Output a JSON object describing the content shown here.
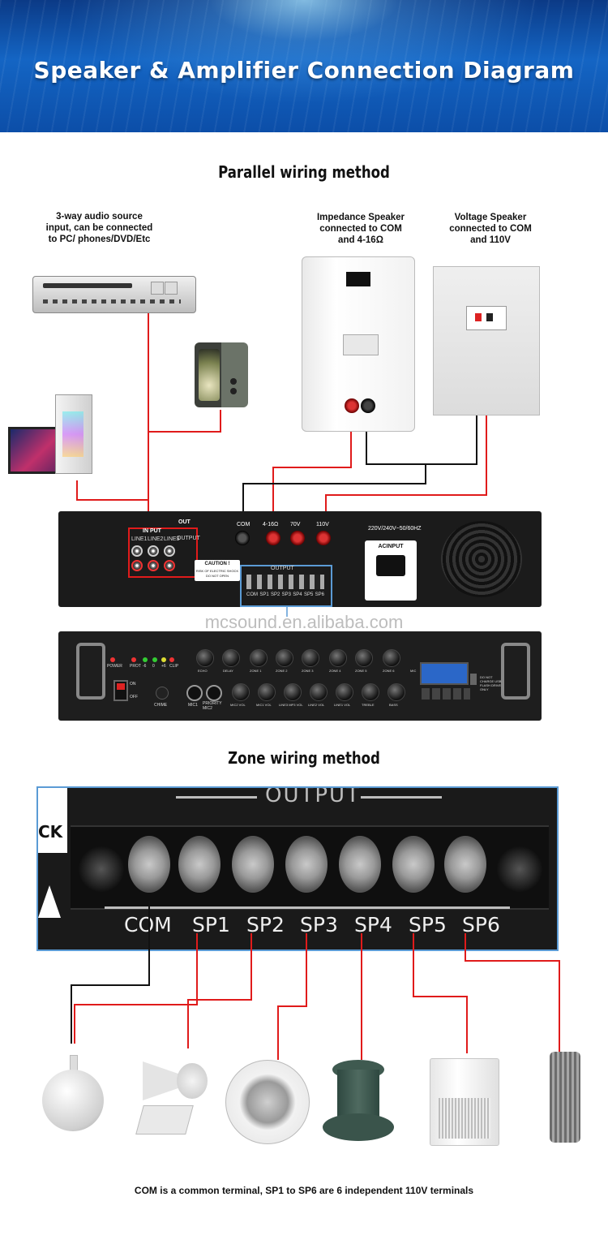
{
  "banner": {
    "title": "Speaker & Amplifier Connection Diagram"
  },
  "parallel": {
    "title": "Parallel wiring method",
    "source_caption": [
      "3-way audio source",
      "input, can be connected",
      "to PC/ phones/DVD/Etc"
    ],
    "impedance_caption": [
      "Impedance Speaker",
      "connected to COM",
      "and 4-16Ω"
    ],
    "voltage_caption": [
      "Voltage Speaker",
      "connected to COM",
      "and 110V"
    ]
  },
  "rear_panel": {
    "input_label": "IN PUT",
    "out_label": "OUT",
    "line_labels": [
      "LINE1",
      "LINE2",
      "LINE3",
      "OUTPUT"
    ],
    "terminal_labels": [
      "COM",
      "4-16Ω",
      "70V",
      "110V"
    ],
    "caution": [
      "CAUTION !",
      "RISK OF ELECTRIC SHOCK",
      "DO NOT OPEN"
    ],
    "output_small": "OUTPUT",
    "output_terms": [
      "COM",
      "SP1",
      "SP2",
      "SP3",
      "SP4",
      "SP5",
      "SP6"
    ],
    "power_spec": "220V/240V~50/60HZ",
    "ac_input": "ACINPUT"
  },
  "front_panel": {
    "leds": [
      "POWER",
      "PROT",
      "-6",
      "0",
      "+6",
      "CLIP"
    ],
    "knob_labels_top": [
      "ECHO",
      "DELAY",
      "ZONE 1",
      "ZONE 2",
      "ZONE 3",
      "ZONE 4",
      "ZONE 5",
      "ZONE 6",
      "MIC"
    ],
    "knob_labels_bottom": [
      "MIC2 VOL",
      "MIC1 VOL",
      "LINE3 MP3 VOL",
      "LINE2 VOL",
      "LINE1 VOL",
      "TREBLE",
      "BASS"
    ],
    "switch_on": "ON",
    "switch_off": "OFF",
    "chime": "CHIME",
    "mic1": "MIC1",
    "priority": "PRIORITY MIC2",
    "usb_note": "DO NOT CHARGE USB FLASH DRIVE ONLY"
  },
  "watermark": "mcsound.en.alibaba.com",
  "zone": {
    "title": "Zone wiring method",
    "output_label": "OUTPUT",
    "terminals": [
      "COM",
      "SP1",
      "SP2",
      "SP3",
      "SP4",
      "SP5",
      "SP6"
    ],
    "edge_text": "CK"
  },
  "footer": "COM is a common terminal, SP1 to SP6 are 6 independent 110V terminals",
  "colors": {
    "wire_red": "#e01b1b",
    "wire_black": "#111111",
    "highlight_blue": "#5b9bd5",
    "banner_blue": "#1465c4"
  },
  "icons": [
    "dvd-player-icon",
    "smartphone-icon",
    "pc-monitor-icon",
    "impedance-speaker-icon",
    "voltage-speaker-icon",
    "ceiling-speaker-icon",
    "horn-speaker-icon",
    "round-ceiling-speaker-icon",
    "garden-speaker-icon",
    "wall-speaker-icon",
    "column-speaker-icon"
  ]
}
